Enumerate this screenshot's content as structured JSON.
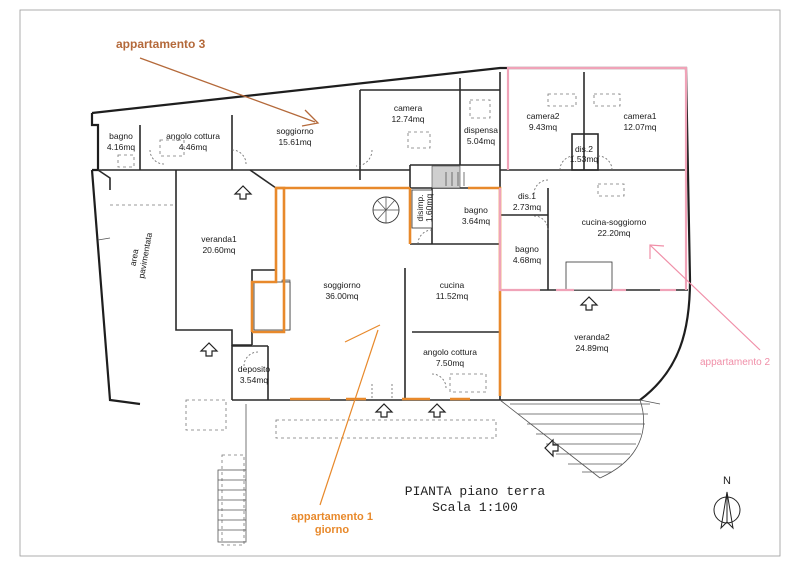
{
  "plan": {
    "title_line1": "PIANTA piano terra",
    "title_line2": "Scala 1:100",
    "north": "N"
  },
  "annotations": {
    "apt3": "appartamento 3",
    "apt2": "appartamento 2",
    "apt1_line1": "appartamento 1",
    "apt1_line2": "giorno",
    "colors": {
      "apt3": "#b4693a",
      "apt2": "#f08fa8",
      "apt1": "#e8892b"
    }
  },
  "rooms": {
    "bagno_a": {
      "name": "bagno",
      "area": "4.16mq"
    },
    "angolo_cottura_a": {
      "name": "angolo cottura",
      "area": "4.46mq"
    },
    "soggiorno_a": {
      "name": "soggiorno",
      "area": "15.61mq"
    },
    "camera_a": {
      "name": "camera",
      "area": "12.74mq"
    },
    "dispensa": {
      "name": "dispensa",
      "area": "5.04mq"
    },
    "camera2": {
      "name": "camera2",
      "area": "9.43mq"
    },
    "camera1": {
      "name": "camera1",
      "area": "12.07mq"
    },
    "dis2": {
      "name": "dis.2",
      "area": "1.53mq"
    },
    "dis1": {
      "name": "dis.1",
      "area": "2.73mq"
    },
    "cucina_soggiorno": {
      "name": "cucina-soggiorno",
      "area": "22.20mq"
    },
    "bagno_b": {
      "name": "bagno",
      "area": "4.68mq"
    },
    "disimp": {
      "name": "disimp.",
      "area": "1.60mq"
    },
    "bagno_c": {
      "name": "bagno",
      "area": "3.64mq"
    },
    "veranda1": {
      "name": "veranda1",
      "area": "20.60mq"
    },
    "soggiorno_b": {
      "name": "soggiorno",
      "area": "36.00mq"
    },
    "cucina": {
      "name": "cucina",
      "area": "11.52mq"
    },
    "angolo_cottura_b": {
      "name": "angolo cottura",
      "area": "7.50mq"
    },
    "veranda2": {
      "name": "veranda2",
      "area": "24.89mq"
    },
    "deposito": {
      "name": "deposito",
      "area": "3.54mq"
    },
    "area_pav_line1": "area",
    "area_pav_line2": "pavimentata"
  }
}
